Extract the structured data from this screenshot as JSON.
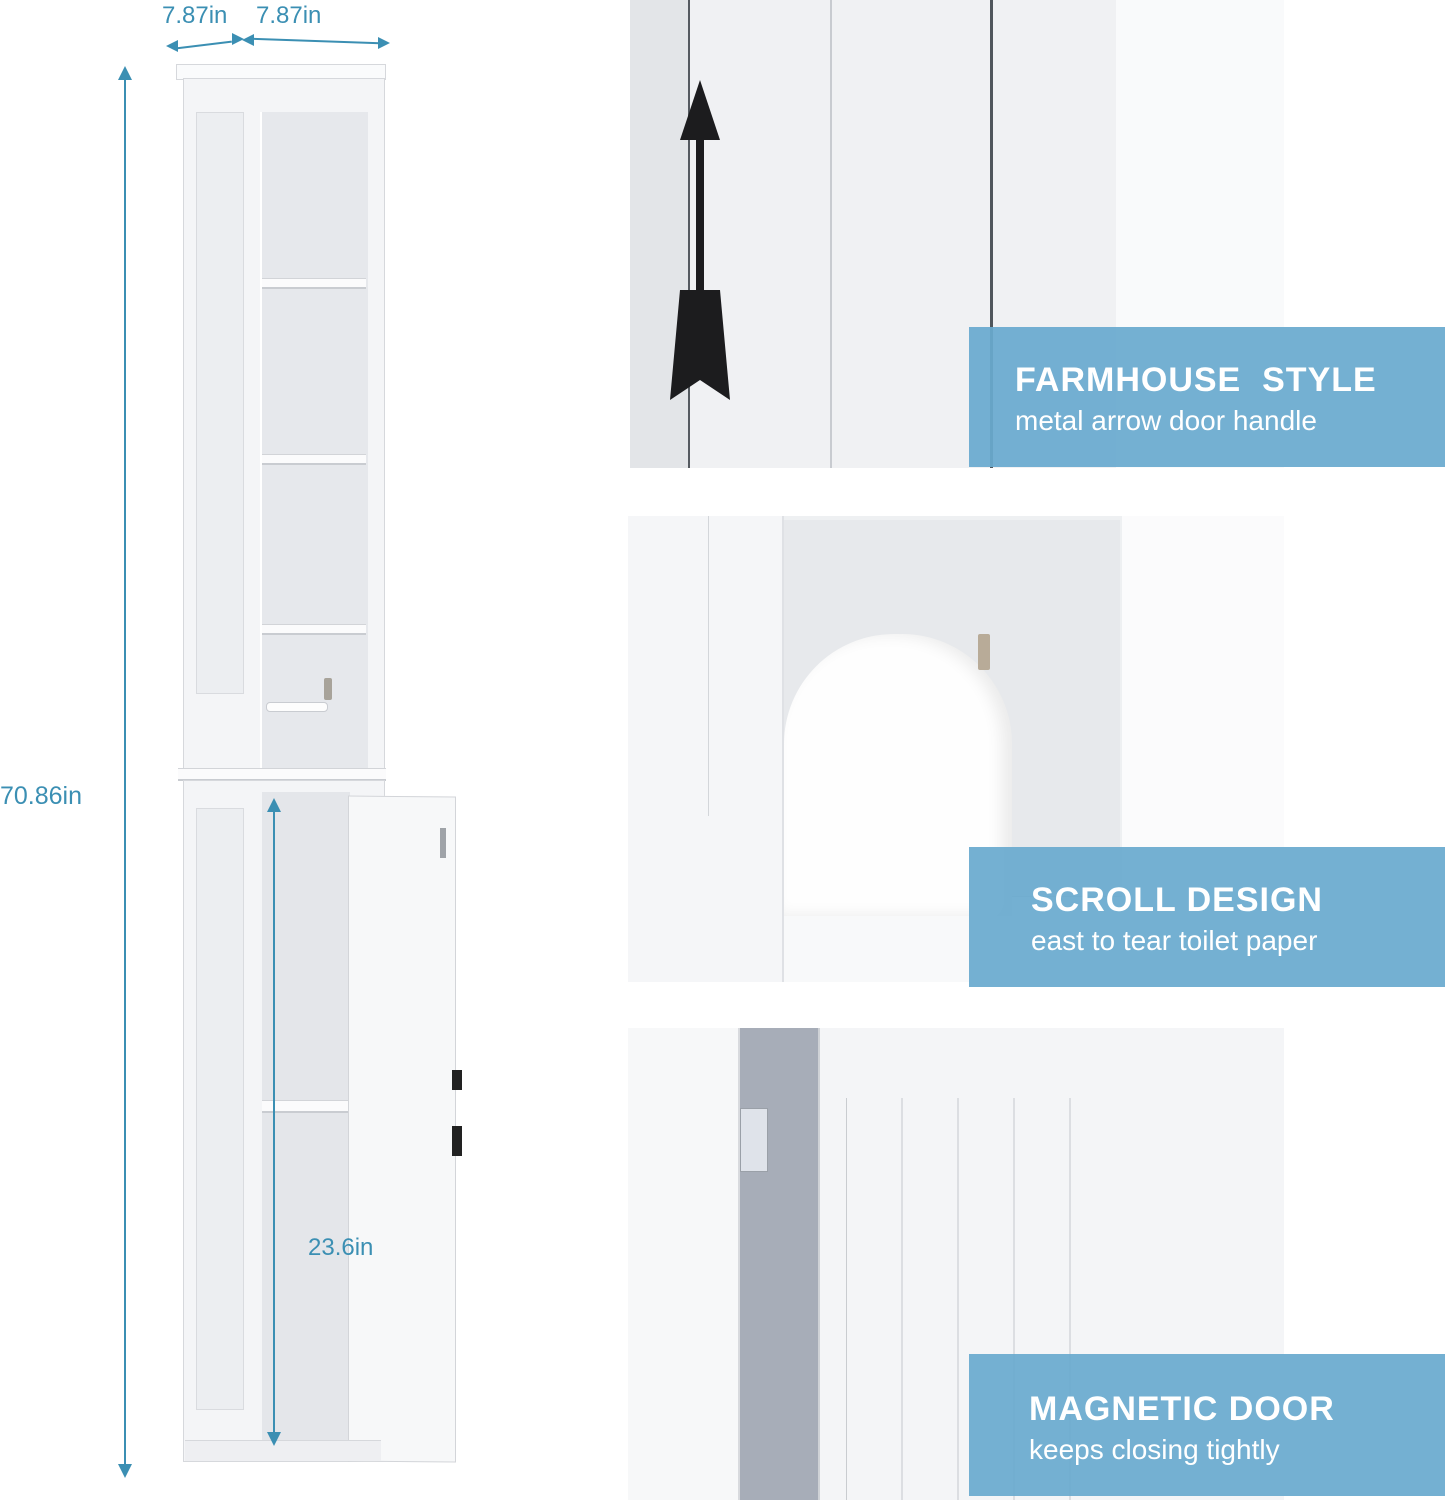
{
  "dimensions": {
    "depth": "7.87in",
    "width": "7.87in",
    "height": "70.86in",
    "lower_cabinet_height": "23.6in"
  },
  "features": [
    {
      "title": "FARMHOUSE  STYLE",
      "subtitle": "metal arrow door handle"
    },
    {
      "title": "SCROLL DESIGN",
      "subtitle": "east to tear toilet paper"
    },
    {
      "title": "MAGNETIC DOOR",
      "subtitle": "keeps closing tightly"
    }
  ],
  "colors": {
    "dimension_blue": "#3b8fb3",
    "badge_blue": "#69aacf",
    "cabinet_white": "#f4f5f7"
  }
}
